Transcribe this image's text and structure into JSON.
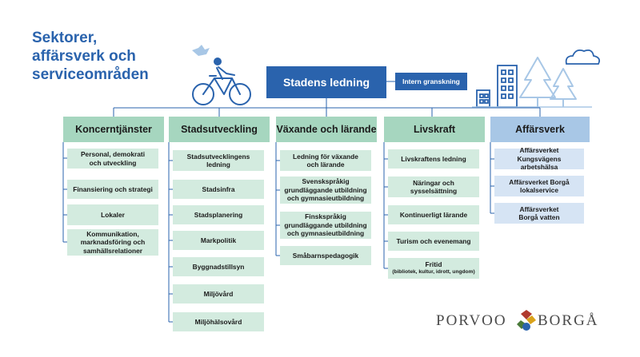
{
  "title_lines": [
    "Sektorer,",
    "affärsverk och",
    "serviceområden"
  ],
  "top": {
    "stadens_ledning": "Stadens ledning",
    "intern_granskning": "Intern granskning"
  },
  "sectors": {
    "s0": {
      "header": "Koncerntjänster",
      "items": [
        "Personal, demokrati\noch utveckling",
        "Finansiering och strategi",
        "Lokaler",
        "Kommunikation,\nmarknadsföring och\nsamhällsrelationer"
      ]
    },
    "s1": {
      "header": "Stadsutveckling",
      "items": [
        "Stadsutvecklingens\nledning",
        "Stadsinfra",
        "Stadsplanering",
        "Markpolitik",
        "Byggnadstillsyn",
        "Miljövård",
        "Miljöhälsovård"
      ]
    },
    "s2": {
      "header": "Växande och lärande",
      "items": [
        "Ledning för växande\noch lärande",
        "Svenskspråkig\ngrundläggande utbildning\noch gymnasieutbildning",
        "Finskspråkig\ngrundläggande utbildning\noch gymnasieutbildning",
        "Småbarnspedagogik"
      ]
    },
    "s3": {
      "header": "Livskraft",
      "items": [
        "Livskraftens ledning",
        "Näringar och\nsysselsättning",
        "Kontinuerligt lärande",
        "Turism och evenemang",
        "Fritid"
      ],
      "fritid_sub": "(bibliotek, kultur, idrott, ungdom)"
    },
    "s4": {
      "header": "Affärsverk",
      "items": [
        "Affärsverket Kungsvägens\narbetshälsa",
        "Affärsverket Borgå\nlokalservice",
        "Affärsverket\nBorgå vatten"
      ]
    }
  },
  "logo": {
    "left": "PORVOO",
    "right": "BORGÅ"
  },
  "colors": {
    "brand_blue": "#2a63ad",
    "header_green": "#a6d6bf",
    "item_green": "#d3ebdf",
    "header_blue": "#a8c7e6",
    "item_blue": "#d6e4f4"
  }
}
